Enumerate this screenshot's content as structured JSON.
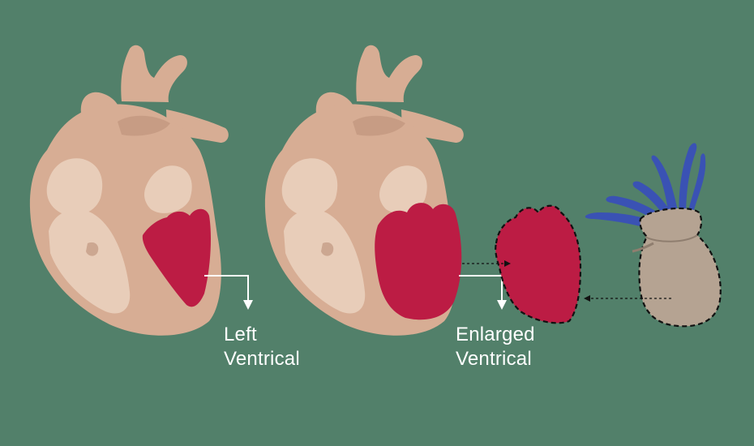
{
  "labels": {
    "normal": {
      "line1": "Left",
      "line2": "Ventrical"
    },
    "enlarged": {
      "line1": "Enlarged",
      "line2": "Ventrical"
    }
  },
  "colors": {
    "background": "#52806a",
    "heart_outer": "#d7ad94",
    "heart_inner": "#e8cdb9",
    "heart_shade": "#b98e76",
    "ventricle": "#bc1c44",
    "vase": "#b5a392",
    "tentacles": "#3a52b4",
    "arrows": "#ffffff",
    "outline": "#111111"
  }
}
